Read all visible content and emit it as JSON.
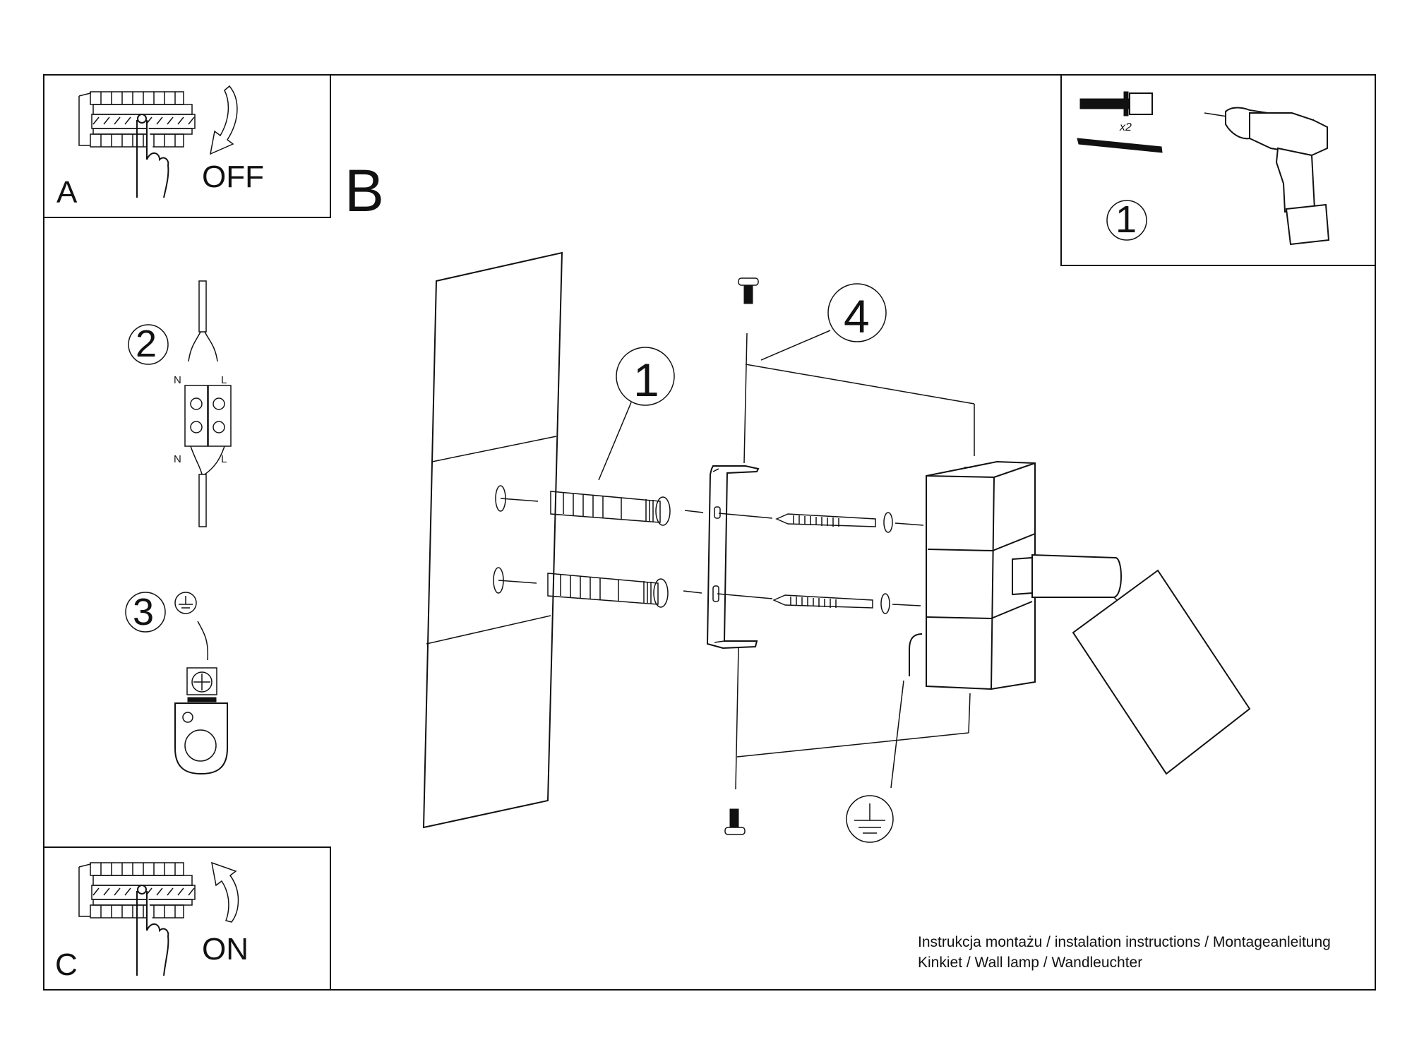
{
  "document": {
    "type": "installation-instructions",
    "product": "wall lamp"
  },
  "panels": {
    "A": {
      "letter": "A",
      "state_label": "OFF",
      "icon": "circuit-breaker-icon",
      "arrow": "down"
    },
    "B": {
      "letter": "B"
    },
    "C": {
      "letter": "C",
      "state_label": "ON",
      "icon": "circuit-breaker-icon",
      "arrow": "up"
    },
    "tools": {
      "step": "1",
      "quantity": "x2",
      "items": [
        "wall-plug",
        "screw",
        "drill"
      ]
    }
  },
  "steps": {
    "wiring": {
      "number": "2",
      "labels": {
        "neutral_top": "N",
        "live_top": "L",
        "neutral_bottom": "N",
        "live_bottom": "L"
      }
    },
    "ground": {
      "number": "3",
      "symbol": "ground-icon"
    }
  },
  "callouts": {
    "plugs": "1",
    "bracket_screws": "4"
  },
  "footer": {
    "line1": "Instrukcja montażu / instalation instructions / Montageanleitung",
    "line2": "Kinkiet / Wall lamp / Wandleuchter"
  }
}
